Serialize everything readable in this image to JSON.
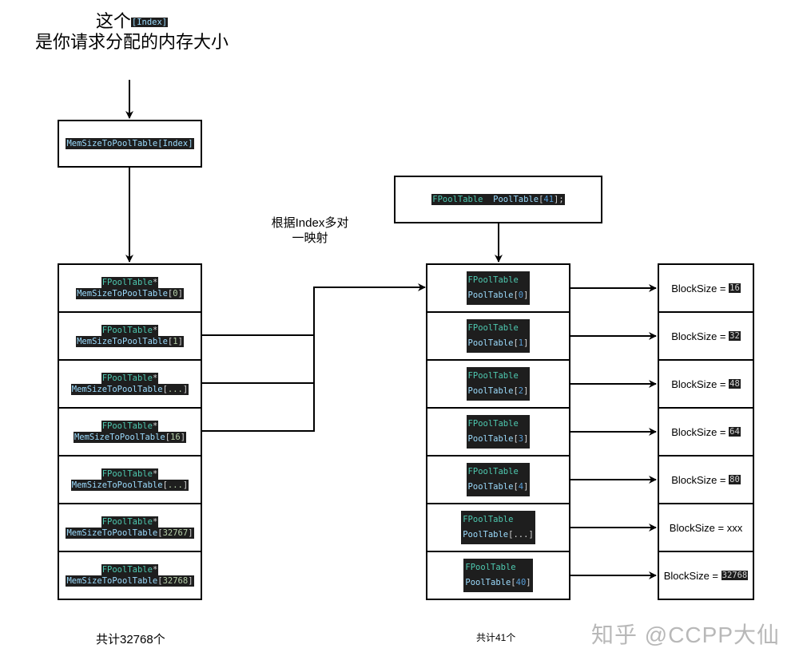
{
  "header": {
    "line1_text": "这个",
    "line1_code": "[Index]",
    "line2_text": "是你请求分配的内存大小"
  },
  "index_box": {
    "var": "MemSizeToPoolTable",
    "index": "[Index]"
  },
  "mapping_note": {
    "line1": "根据Index多对",
    "line2": "一映射"
  },
  "left_stack": {
    "type_label": "FPoolTable",
    "pointer": "*",
    "var": "MemSizeToPoolTable",
    "items": [
      {
        "open": "[",
        "index": "0",
        "close": "]"
      },
      {
        "open": "[",
        "index": "1",
        "close": "]"
      },
      {
        "open": "[",
        "index": "...",
        "close": "]"
      },
      {
        "open": "[",
        "index": "16",
        "close": "]"
      },
      {
        "open": "[",
        "index": "...",
        "close": "]"
      },
      {
        "open": "[",
        "index": "32767",
        "close": "]"
      },
      {
        "open": "[",
        "index": "32768",
        "close": "]"
      }
    ],
    "total_label": "共计32768个"
  },
  "pool_decl": {
    "type": "FPoolTable",
    "var": "PoolTable",
    "open": "[",
    "size": "41",
    "close": "];"
  },
  "right_stack": {
    "type_label": "FPoolTable",
    "var": "PoolTable",
    "items": [
      {
        "open": "[",
        "index": "0",
        "close": "]"
      },
      {
        "open": "[",
        "index": "1",
        "close": "]"
      },
      {
        "open": "[",
        "index": "2",
        "close": "]"
      },
      {
        "open": "[",
        "index": "3",
        "close": "]"
      },
      {
        "open": "[",
        "index": "4",
        "close": "]"
      },
      {
        "open": "[",
        "index": "...",
        "close": "]"
      },
      {
        "open": "[",
        "index": "40",
        "close": "]"
      }
    ],
    "total_label": "共计41个"
  },
  "block_sizes": {
    "label": "BlockSize = ",
    "items": [
      {
        "value": "16",
        "highlighted": true
      },
      {
        "value": "32",
        "highlighted": true
      },
      {
        "value": "48",
        "highlighted": true
      },
      {
        "value": "64",
        "highlighted": true
      },
      {
        "value": "80",
        "highlighted": true
      },
      {
        "value": "xxx",
        "highlighted": false
      },
      {
        "value": "32768",
        "highlighted": true
      }
    ]
  },
  "watermark": "知乎 @CCPP大仙",
  "colors": {
    "code_bg": "#1e1e1e",
    "type": "#4ec9b0",
    "variable": "#9cdcfe",
    "number": "#569cd6",
    "punctuation": "#d4d4d4"
  }
}
